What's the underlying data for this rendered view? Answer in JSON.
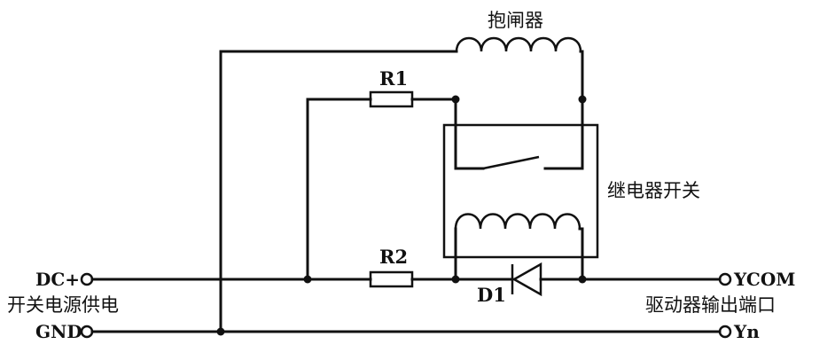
{
  "labels": {
    "brake": "抱闸器",
    "r1": "R1",
    "r2": "R2",
    "relay": "继电器开关",
    "dc_plus": "DC+",
    "gnd": "GND",
    "power": "开关电源供电",
    "d1": "D1",
    "ycom": "YCOM",
    "yn": "Yn",
    "driver_port": "驱动器输出端口"
  }
}
